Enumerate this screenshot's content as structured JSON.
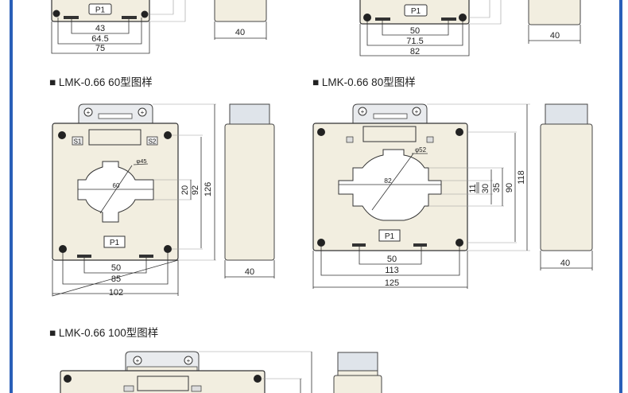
{
  "headings": {
    "h60": "■ LMK-0.66 60型图样",
    "h80": "■ LMK-0.66 80型图样",
    "h100": "■ LMK-0.66 100型图样"
  },
  "labels": {
    "p1": "P1",
    "s1": "S1",
    "s2": "S2"
  },
  "top_left": {
    "d1": "43",
    "d2": "64.5",
    "d3": "75",
    "side": "40"
  },
  "top_right": {
    "d1": "50",
    "d2": "71.5",
    "d3": "82",
    "side": "40"
  },
  "model60": {
    "w1": "50",
    "w2": "85",
    "w3": "102",
    "h_total": "126",
    "h_bolt": "92",
    "h_slot": "20",
    "slot_width": "60",
    "diameter": "φ45",
    "side": "40"
  },
  "model80": {
    "w1": "50",
    "w2": "113",
    "w3": "125",
    "h_total": "118",
    "h_bolt": "90",
    "h_outer": "35",
    "h_mid": "30",
    "h_slot": "11",
    "slot_width": "82",
    "diameter": "φ52",
    "side": "40"
  },
  "colors": {
    "frame": "#2a5fb8",
    "body": "#f2eee0"
  }
}
